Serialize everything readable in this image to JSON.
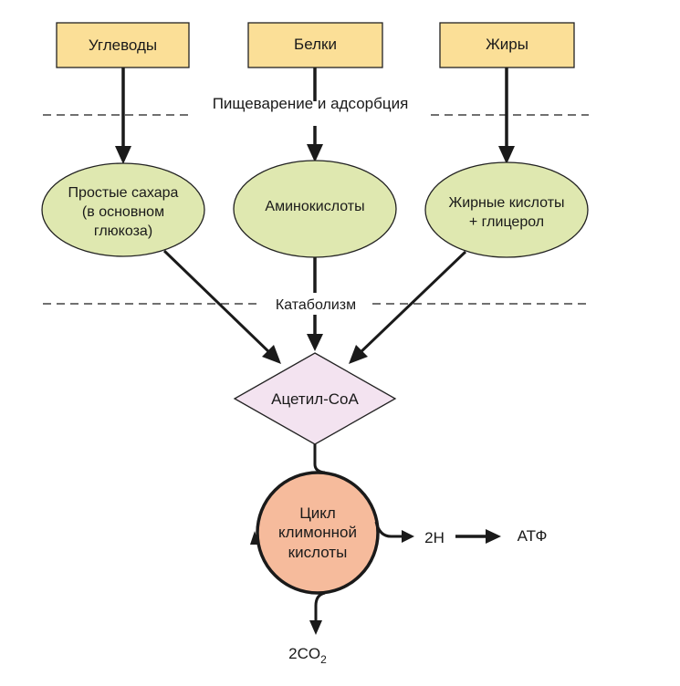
{
  "diagram": {
    "title": "Metabolic pathways to the citric acid cycle",
    "sources": [
      {
        "id": "carbs",
        "label": "Углеводы"
      },
      {
        "id": "proteins",
        "label": "Белки"
      },
      {
        "id": "fats",
        "label": "Жиры"
      }
    ],
    "stages": {
      "digestion": "Пищеварение и адсорбция",
      "catabolism": "Катаболизм"
    },
    "intermediates": [
      {
        "id": "sugars",
        "lines": [
          "Простые сахара",
          "(в основном",
          "глюкоза)"
        ]
      },
      {
        "id": "amino",
        "lines": [
          "Аминокислоты"
        ]
      },
      {
        "id": "fatty",
        "lines": [
          "Жирные кислоты",
          "+ глицерол"
        ]
      }
    ],
    "acetyl": {
      "label": "Ацетил-CoA"
    },
    "cycle": {
      "lines": [
        "Цикл",
        "климонной",
        "кислоты"
      ]
    },
    "outputs": {
      "hydrogen": "2H",
      "atp": "АТФ",
      "co2_main": "2CO",
      "co2_sub": "2"
    },
    "colors": {
      "source_fill": "#fbdf97",
      "intermediate_fill": "#dfe8b0",
      "acetyl_fill": "#f3e3f0",
      "cycle_fill": "#f6bb9c",
      "line": "#1a1a1a"
    }
  }
}
